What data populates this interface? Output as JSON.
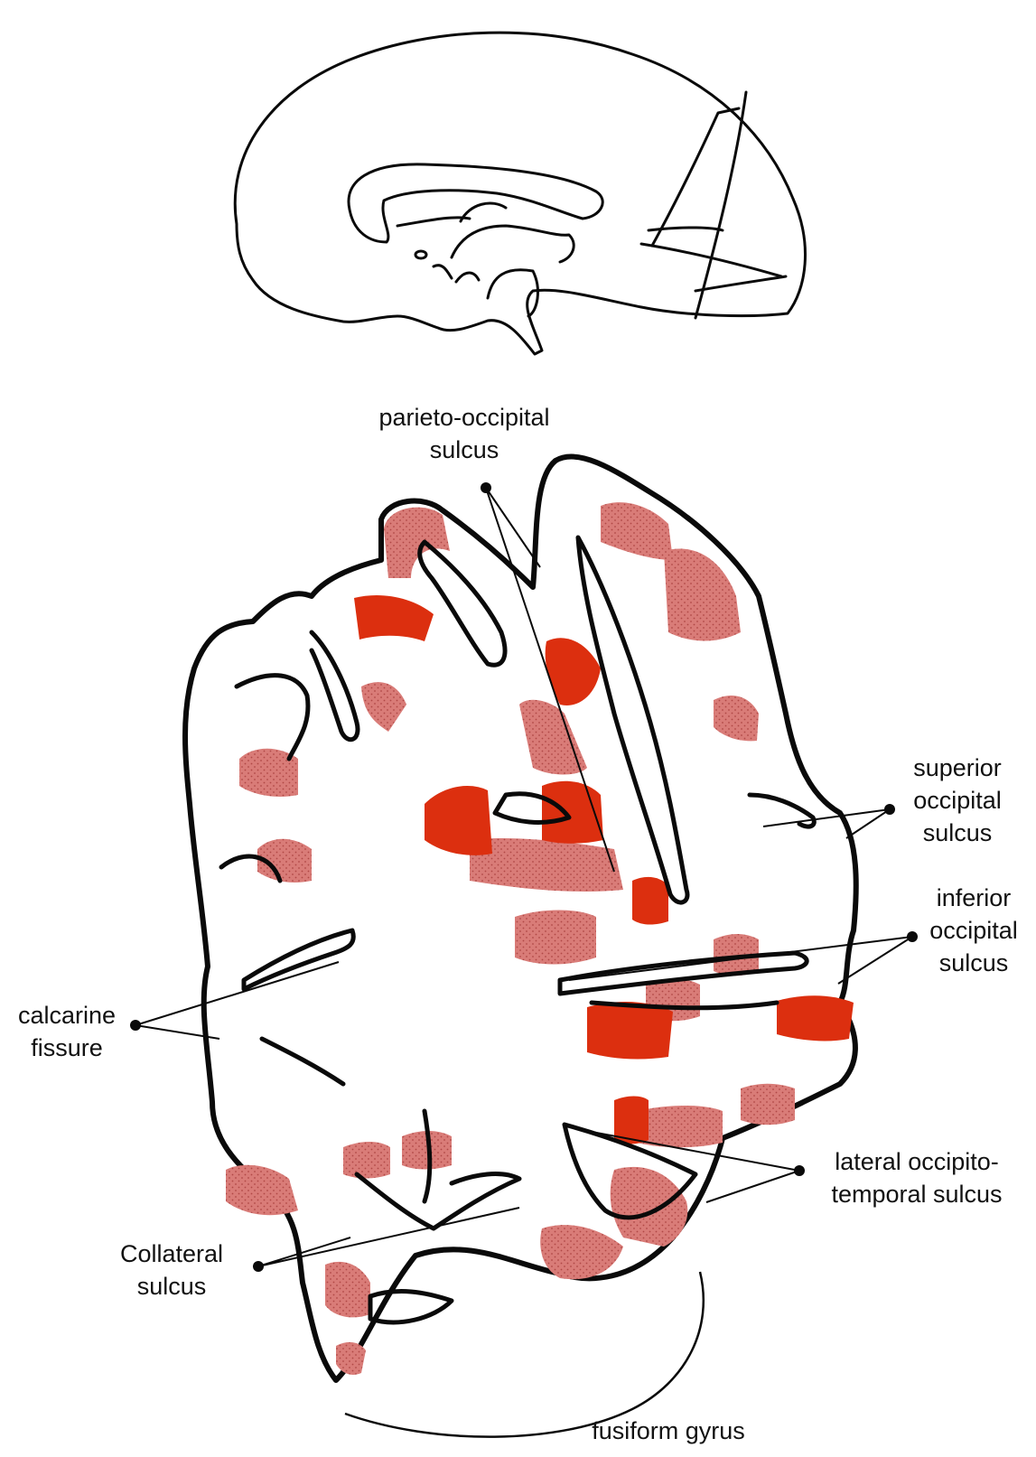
{
  "colors": {
    "outline": "#0a0a0a",
    "stipple": "#d97c78",
    "stipple_dot": "#b04846",
    "solid_red": "#dc2f0f",
    "background": "#ffffff"
  },
  "labels": {
    "parieto_occipital": [
      "parieto-occipital",
      "sulcus"
    ],
    "superior_occipital": [
      "superior",
      "occipital",
      "sulcus"
    ],
    "inferior_occipital": [
      "inferior",
      "occipital",
      "sulcus"
    ],
    "calcarine": [
      "calcarine",
      "fissure"
    ],
    "lateral_occipitotemporal": [
      "lateral occipito-",
      "temporal sulcus"
    ],
    "collateral": [
      "Collateral",
      "sulcus"
    ],
    "fusiform": [
      "fusiform gyrus"
    ]
  }
}
